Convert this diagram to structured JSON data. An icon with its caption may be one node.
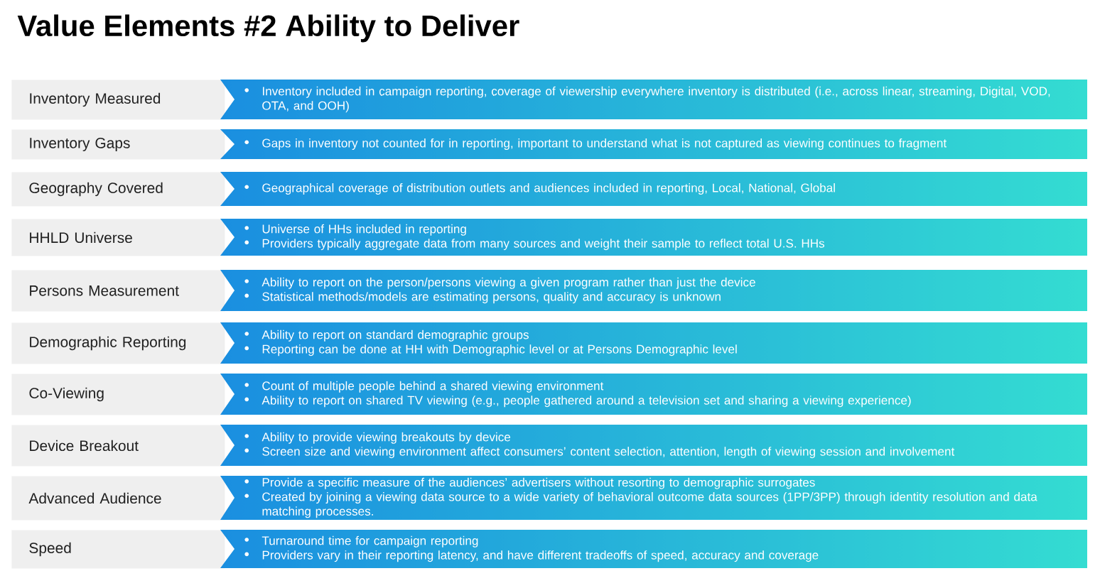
{
  "diagram": {
    "title": "Value Elements #2 Ability to Deliver",
    "nodes": [
      {
        "text": [
          "Inventory Measured"
        ]
      },
      {
        "text": [
          "Inventory included in campaign reporting, coverage of viewership everywhere inventory is distributed (i.e., across linear, streaming, Digital, VOD, OTA, and OOH)"
        ]
      },
      {
        "text": [
          "Inventory Gaps"
        ]
      },
      {
        "text": [
          "Gaps in inventory not counted for in reporting, important to understand what is not captured as viewing continues to fragment"
        ]
      },
      {
        "text": [
          "Geography Covered"
        ]
      },
      {
        "text": [
          "Geographical coverage of distribution outlets and audiences included in reporting, Local, National, Global"
        ]
      },
      {
        "text": [
          "HHLD Universe"
        ]
      },
      {
        "text": [
          "Universe of HHs included in reporting",
          "Providers typically aggregate data from many sources and weight their sample to reflect total U.S. HHs"
        ]
      },
      {
        "text": [
          "Persons Measurement"
        ]
      },
      {
        "text": [
          "Ability to report on the person/persons viewing a given program rather than just the device",
          "Statistical methods/models are estimating persons, quality and accuracy is unknown"
        ]
      },
      {
        "text": [
          "Demographic Reporting"
        ]
      },
      {
        "text": [
          "Ability to report on standard demographic groups",
          "Reporting can be done at HH with Demographic level or at Persons Demographic level"
        ]
      },
      {
        "text": [
          "Co-Viewing"
        ]
      },
      {
        "text": [
          "Count of multiple people behind a shared viewing environment",
          "Ability to report on shared TV viewing (e.g., people gathered around a television set and sharing a viewing experience)"
        ]
      },
      {
        "text": [
          "Device Breakout"
        ]
      },
      {
        "text": [
          "Ability to provide viewing breakouts by device",
          "Screen size and viewing environment affect consumers’ content selection, attention, length of viewing session and involvement"
        ]
      },
      {
        "text": [
          "Advanced Audience"
        ]
      },
      {
        "text": [
          "Provide a specific measure of the audiences’ advertisers without resorting to demographic surrogates",
          "Created by joining a viewing data source to a wide variety of behavioral outcome data sources (1PP/3PP) through identity resolution and data matching processes."
        ]
      },
      {
        "text": [
          "Speed"
        ]
      },
      {
        "text": [
          "Turnaround time for campaign reporting",
          "Providers vary in their reporting latency, and have different tradeoffs of speed, accuracy and coverage"
        ]
      }
    ]
  }
}
